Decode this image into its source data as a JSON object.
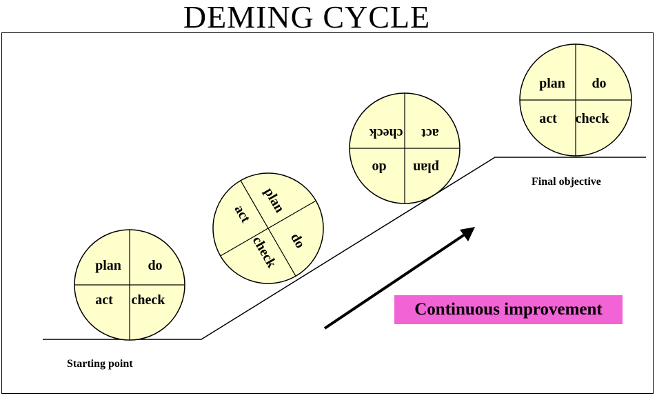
{
  "title": "DEMING CYCLE",
  "quadrant_labels": {
    "plan": "plan",
    "do": "do",
    "check": "check",
    "act": "act"
  },
  "wheel_rotations_deg": [
    0,
    60,
    180,
    0
  ],
  "captions": {
    "start": "Starting point",
    "end": "Final objective"
  },
  "banner": {
    "text": "Continuous improvement",
    "color": "#f263d6"
  },
  "colors": {
    "wheel_fill": "#ffffcc",
    "stroke": "#000000"
  }
}
